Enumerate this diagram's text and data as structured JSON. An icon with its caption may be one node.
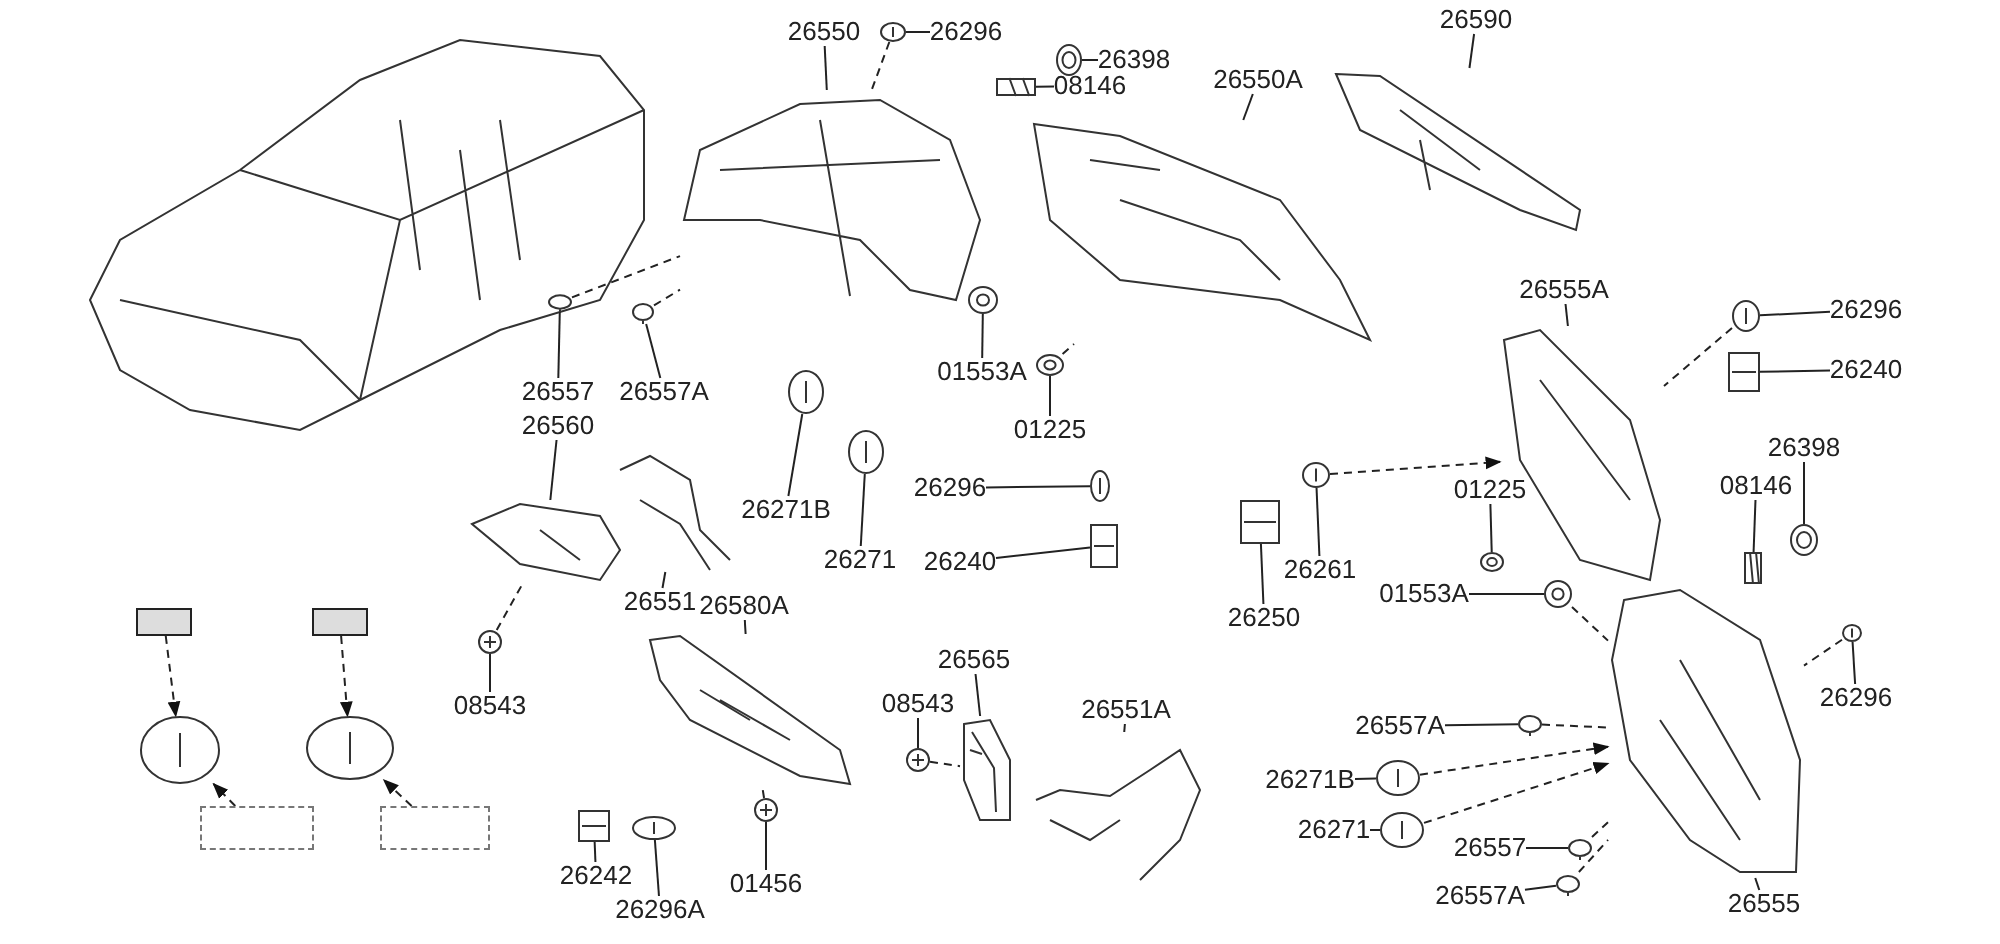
{
  "diagram": {
    "nodes": [
      {
        "text": [
          "26550"
        ]
      },
      {
        "text": [
          "26296"
        ]
      },
      {
        "text": [
          "26398"
        ]
      },
      {
        "text": [
          "08146"
        ]
      },
      {
        "text": [
          "26590"
        ]
      },
      {
        "text": [
          "26550A"
        ]
      },
      {
        "text": [
          "26557"
        ]
      },
      {
        "text": [
          "26557A"
        ]
      },
      {
        "text": [
          "01553A"
        ]
      },
      {
        "text": [
          "26555A"
        ]
      },
      {
        "text": [
          "26296"
        ]
      },
      {
        "text": [
          "26240"
        ]
      },
      {
        "text": [
          "26560"
        ]
      },
      {
        "text": [
          "01225"
        ]
      },
      {
        "text": [
          "26271B"
        ]
      },
      {
        "text": [
          "26296"
        ]
      },
      {
        "text": [
          "26240"
        ]
      },
      {
        "text": [
          "26271"
        ]
      },
      {
        "text": [
          "26261"
        ]
      },
      {
        "text": [
          "01225"
        ]
      },
      {
        "text": [
          "26398"
        ]
      },
      {
        "text": [
          "08146"
        ]
      },
      {
        "text": [
          "26551"
        ]
      },
      {
        "text": [
          "26250"
        ]
      },
      {
        "text": [
          "01553A"
        ]
      },
      {
        "text": [
          "26580A"
        ]
      },
      {
        "text": [
          "08543"
        ]
      },
      {
        "text": [
          "26565"
        ]
      },
      {
        "text": [
          "08543"
        ]
      },
      {
        "text": [
          "26551A"
        ]
      },
      {
        "text": [
          "26557A"
        ]
      },
      {
        "text": [
          "26296"
        ]
      },
      {
        "text": [
          "26271B"
        ]
      },
      {
        "text": [
          "26271"
        ]
      },
      {
        "text": [
          "26557"
        ]
      },
      {
        "text": [
          "26557A"
        ]
      },
      {
        "text": [
          "26555"
        ]
      },
      {
        "text": [
          "26242"
        ]
      },
      {
        "text": [
          "26296A"
        ]
      },
      {
        "text": [
          "01456"
        ]
      },
      {
        "text": [],
        "shape": "picture"
      },
      {
        "text": [],
        "shape": "picture"
      },
      {
        "text": [],
        "shape": "picture"
      },
      {
        "text": [],
        "shape": "picture"
      },
      {
        "text": [],
        "shape": "picture"
      },
      {
        "text": [],
        "shape": "picture"
      },
      {
        "text": [],
        "shape": "picture"
      },
      {
        "text": [],
        "shape": "picture"
      },
      {
        "text": [],
        "shape": "picture"
      },
      {
        "text": [],
        "shape": "picture"
      },
      {
        "text": [],
        "shape": "picture"
      },
      {
        "text": [],
        "shape": "picture"
      },
      {
        "text": [],
        "shape": "picture"
      },
      {
        "text": [],
        "shape": "picture"
      },
      {
        "text": [],
        "shape": "picture"
      },
      {
        "text": [],
        "shape": "picture"
      },
      {
        "text": [],
        "shape": "picture"
      },
      {
        "text": [],
        "shape": "picture"
      },
      {
        "text": [],
        "shape": "picture"
      },
      {
        "text": [],
        "shape": "picture"
      },
      {
        "text": [],
        "shape": "picture"
      },
      {
        "text": [],
        "shape": "picture"
      },
      {
        "text": [],
        "shape": "picture"
      },
      {
        "text": [],
        "shape": "picture"
      },
      {
        "text": [],
        "shape": "picture"
      },
      {
        "text": [],
        "shape": "picture"
      },
      {
        "text": [],
        "shape": "picture"
      },
      {
        "text": [],
        "shape": "picture"
      },
      {
        "text": [],
        "shape": "picture"
      },
      {
        "text": [],
        "shape": "picture"
      },
      {
        "text": [],
        "shape": "picture"
      },
      {
        "text": [],
        "shape": "picture"
      },
      {
        "text": [],
        "shape": "picture"
      },
      {
        "text": [],
        "shape": "picture"
      },
      {
        "text": [],
        "shape": "picture"
      },
      {
        "text": [],
        "shape": "picture"
      },
      {
        "text": [],
        "shape": "picture"
      },
      {
        "text": [],
        "shape": "picture"
      },
      {
        "text": [],
        "shape": "picture"
      },
      {
        "text": [],
        "shape": "picture"
      },
      {
        "text": [],
        "shape": "box"
      },
      {
        "text": [],
        "shape": "picture"
      },
      {
        "text": [],
        "shape": "box"
      },
      {
        "text": [],
        "shape": "box"
      },
      {
        "text": [],
        "shape": "picture"
      },
      {
        "text": [],
        "shape": "box"
      }
    ],
    "edges": [
      {
        "from": 0,
        "to": 40,
        "arrow": "none"
      },
      {
        "from": 1,
        "to": 41,
        "arrow": "none"
      },
      {
        "from": 2,
        "to": 42,
        "arrow": "none"
      },
      {
        "from": 3,
        "to": 43,
        "arrow": "none"
      },
      {
        "from": 4,
        "to": 44,
        "arrow": "none"
      },
      {
        "from": 5,
        "to": 45,
        "arrow": "none"
      },
      {
        "from": 6,
        "to": 46,
        "arrow": "none"
      },
      {
        "from": 7,
        "to": 47,
        "arrow": "none"
      },
      {
        "from": 8,
        "to": 48,
        "arrow": "none"
      },
      {
        "from": 9,
        "to": 49,
        "arrow": "none"
      },
      {
        "from": 10,
        "to": 50,
        "arrow": "none"
      },
      {
        "from": 11,
        "to": 51,
        "arrow": "none"
      },
      {
        "from": 12,
        "to": 52,
        "arrow": "none"
      },
      {
        "from": 13,
        "to": 53,
        "arrow": "none"
      },
      {
        "from": 14,
        "to": 54,
        "arrow": "none"
      },
      {
        "from": 15,
        "to": 55,
        "arrow": "none"
      },
      {
        "from": 16,
        "to": 56,
        "arrow": "none"
      },
      {
        "from": 17,
        "to": 57,
        "arrow": "none"
      },
      {
        "from": 18,
        "to": 58,
        "arrow": "none"
      },
      {
        "from": 19,
        "to": 59,
        "arrow": "none"
      },
      {
        "from": 20,
        "to": 60,
        "arrow": "none"
      },
      {
        "from": 21,
        "to": 61,
        "arrow": "none"
      },
      {
        "from": 22,
        "to": 62,
        "arrow": "none"
      },
      {
        "from": 23,
        "to": 63,
        "arrow": "none"
      },
      {
        "from": 24,
        "to": 64,
        "arrow": "none"
      },
      {
        "from": 25,
        "to": 65,
        "arrow": "none"
      },
      {
        "from": 26,
        "to": 66,
        "arrow": "none"
      },
      {
        "from": 27,
        "to": 67,
        "arrow": "none"
      },
      {
        "from": 28,
        "to": 68,
        "arrow": "none"
      },
      {
        "from": 29,
        "to": 69,
        "arrow": "none"
      },
      {
        "from": 30,
        "to": 70,
        "arrow": "none"
      },
      {
        "from": 31,
        "to": 71,
        "arrow": "none"
      },
      {
        "from": 32,
        "to": 72,
        "arrow": "none"
      },
      {
        "from": 33,
        "to": 73,
        "arrow": "none"
      },
      {
        "from": 34,
        "to": 74,
        "arrow": "none"
      },
      {
        "from": 35,
        "to": 75,
        "arrow": "none"
      },
      {
        "from": 36,
        "to": 76,
        "arrow": "none"
      },
      {
        "from": 37,
        "to": 77,
        "arrow": "none"
      },
      {
        "from": 38,
        "to": 78,
        "arrow": "none"
      },
      {
        "from": 39,
        "to": 79,
        "arrow": "none"
      },
      {
        "from": 80,
        "to": 81,
        "arrow": "to",
        "style": "dashed"
      },
      {
        "from": 82,
        "to": 81,
        "arrow": "to",
        "style": "dashed"
      },
      {
        "from": 83,
        "to": 84,
        "arrow": "to",
        "style": "dashed"
      },
      {
        "from": 85,
        "to": 84,
        "arrow": "to",
        "style": "dashed"
      },
      {
        "from": 46,
        "to": 40,
        "arrow": "none",
        "style": "dashed"
      },
      {
        "from": 47,
        "to": 40,
        "arrow": "none",
        "style": "dashed"
      },
      {
        "from": 41,
        "to": 40,
        "arrow": "none",
        "style": "dashed"
      },
      {
        "from": 53,
        "to": 45,
        "arrow": "none",
        "style": "dashed"
      },
      {
        "from": 58,
        "to": 49,
        "arrow": "to",
        "style": "dashed"
      },
      {
        "from": 50,
        "to": 49,
        "arrow": "none",
        "style": "dashed"
      },
      {
        "from": 64,
        "to": 76,
        "arrow": "none",
        "style": "dashed"
      },
      {
        "from": 70,
        "to": 76,
        "arrow": "none",
        "style": "dashed"
      },
      {
        "from": 72,
        "to": 76,
        "arrow": "to",
        "style": "dashed"
      },
      {
        "from": 73,
        "to": 76,
        "arrow": "to",
        "style": "dashed"
      },
      {
        "from": 74,
        "to": 76,
        "arrow": "none",
        "style": "dashed"
      },
      {
        "from": 75,
        "to": 76,
        "arrow": "none",
        "style": "dashed"
      },
      {
        "from": 71,
        "to": 76,
        "arrow": "none",
        "style": "dashed"
      },
      {
        "from": 66,
        "to": 52,
        "arrow": "none",
        "style": "dashed"
      },
      {
        "from": 68,
        "to": 67,
        "arrow": "none",
        "style": "dashed"
      },
      {
        "from": 79,
        "to": 65,
        "arrow": "none",
        "style": "dashed"
      }
    ]
  }
}
